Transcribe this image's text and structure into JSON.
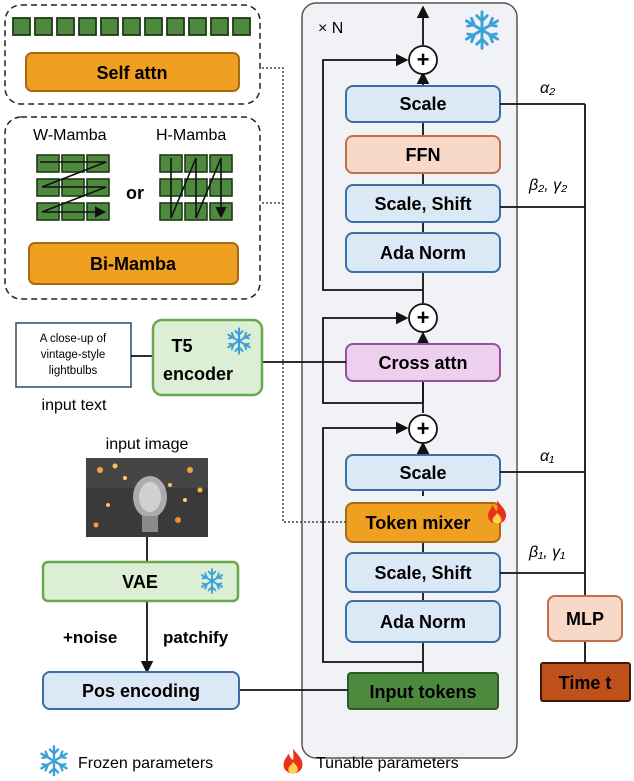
{
  "repeat_label": "× N",
  "blocks": {
    "scale_top": "Scale",
    "ffn": "FFN",
    "scale_shift_top": "Scale, Shift",
    "ada_norm_top": "Ada Norm",
    "cross_attn": "Cross attn",
    "scale_bottom": "Scale",
    "token_mixer": "Token mixer",
    "scale_shift_bottom": "Scale, Shift",
    "ada_norm_bottom": "Ada Norm",
    "input_tokens": "Input tokens",
    "self_attn": "Self attn",
    "bi_mamba": "Bi-Mamba",
    "t5_line1": "T5",
    "t5_line2": "encoder",
    "vae": "VAE",
    "pos_encoding": "Pos encoding",
    "mlp": "MLP",
    "time_t": "Time t"
  },
  "mamba": {
    "w_label": "W-Mamba",
    "h_label": "H-Mamba",
    "or": "or"
  },
  "text_input": {
    "line1": "A close-up of",
    "line2": "vintage-style",
    "line3": "lightbulbs",
    "caption": "input text"
  },
  "image_caption": "input image",
  "edges": {
    "noise": "+noise",
    "patchify": "patchify"
  },
  "params": {
    "alpha2": "α₂",
    "beta2_gamma2": "β₂, γ₂",
    "alpha1": "α₁",
    "beta1_gamma1": "β₁, γ₁"
  },
  "legend": {
    "frozen": "Frozen parameters",
    "tunable": "Tunable parameters"
  },
  "colors": {
    "blue_fill": "#dbe8f6",
    "blue_stroke": "#3a6ea5",
    "orange_fill": "#f8d9c8",
    "orange_stroke": "#c0704a",
    "purple_fill": "#edd0ee",
    "purple_stroke": "#9b4ea0",
    "green_fill": "#dcefd4",
    "green_stroke": "#6aa84f",
    "dark_green": "#4e8a3e",
    "gold": "#f0a020",
    "brown": "#c0501a",
    "snowflake": "#3aa0d8",
    "fire": "#e8321c"
  }
}
